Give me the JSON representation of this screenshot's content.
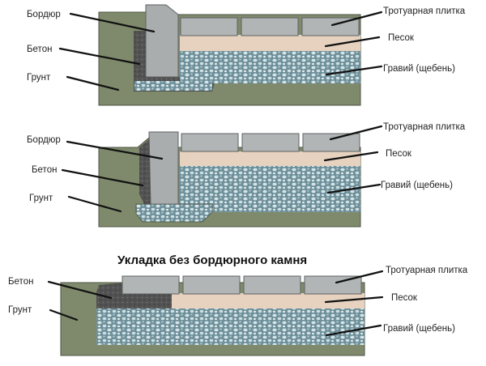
{
  "colors": {
    "ground": "#7f8a6c",
    "ground_edge": "#4d5444",
    "gravel_base": "#6d8f9a",
    "gravel_dot": "#d6e4e6",
    "sand": "#e6d2bf",
    "tile": "#b2b5b5",
    "tile_edge": "#5e6262",
    "curb": "#a9adad",
    "concrete": "#525252",
    "leader": "#111111"
  },
  "diagrams": [
    {
      "id": "with-curb-1",
      "labels_left": [
        "Бордюр",
        "Бетон",
        "Грунт"
      ],
      "labels_right": [
        "Тротуарная плитка",
        "Песок",
        "Гравий (щебень)"
      ]
    },
    {
      "id": "with-curb-2",
      "labels_left": [
        "Бордюр",
        "Бетон",
        "Грунт"
      ],
      "labels_right": [
        "Тротуарная плитка",
        "Песок",
        "Гравий (щебень)"
      ]
    },
    {
      "id": "without-curb",
      "title": "Укладка без бордюрного камня",
      "labels_left": [
        "Бетон",
        "Грунт"
      ],
      "labels_right": [
        "Тротуарная плитка",
        "Песок",
        "Гравий (щебень)"
      ]
    }
  ]
}
